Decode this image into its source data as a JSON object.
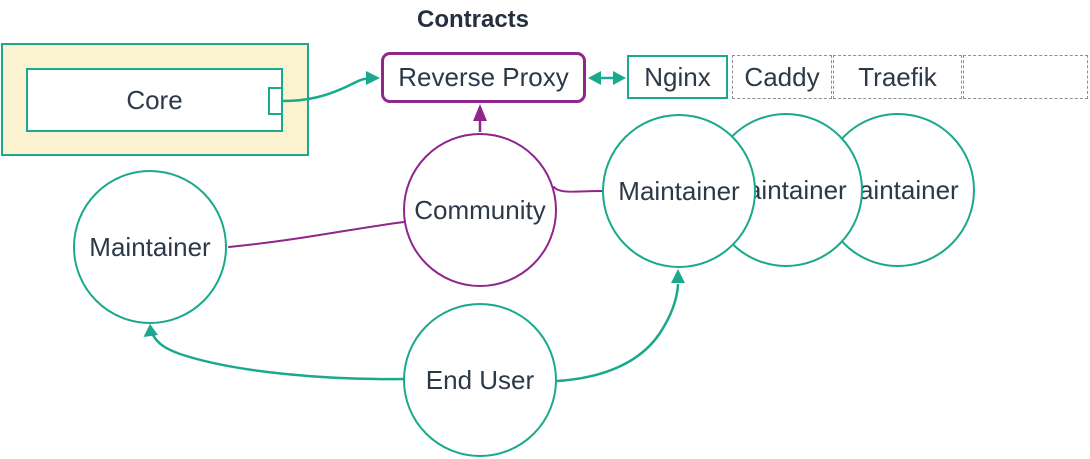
{
  "title": "Contracts",
  "nodes": {
    "core": "Core",
    "reverse_proxy": "Reverse Proxy",
    "community": "Community",
    "maintainer_left": "Maintainer",
    "end_user": "End User",
    "right_maintainers": [
      "Maintainer",
      "Maintainer",
      "Maintainer"
    ]
  },
  "proxy_table": {
    "cells": [
      "Nginx",
      "Caddy",
      "Traefik",
      ""
    ]
  },
  "edges": [
    {
      "from": "Core",
      "to": "Reverse Proxy",
      "style": "arrow",
      "color": "teal"
    },
    {
      "from": "Reverse Proxy",
      "to": "Nginx",
      "style": "double-arrow",
      "color": "teal"
    },
    {
      "from": "Community",
      "to": "Reverse Proxy",
      "style": "arrow",
      "color": "purple"
    },
    {
      "from": "Community",
      "to": "Maintainer (left)",
      "style": "line",
      "color": "purple"
    },
    {
      "from": "Community",
      "to": "Maintainer (right)",
      "style": "line",
      "color": "purple"
    },
    {
      "from": "End User",
      "to": "Maintainer (left)",
      "style": "arrow",
      "color": "teal"
    },
    {
      "from": "End User",
      "to": "Maintainer (right)",
      "style": "arrow",
      "color": "teal"
    }
  ],
  "colors": {
    "teal": "#1aa98c",
    "purple": "#8f268c",
    "group_fill": "#fbf2d0",
    "text": "#2b3949",
    "dashed_border": "#8f8f8f"
  }
}
